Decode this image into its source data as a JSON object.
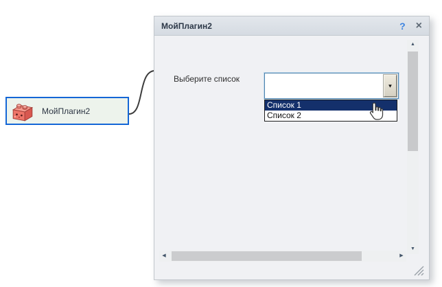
{
  "canvas": {
    "node": {
      "label": "МойПлагин2",
      "icon": "red-brick-plugin-icon"
    }
  },
  "panel": {
    "title": "МойПлагин2",
    "help_label": "?",
    "close_label": "×",
    "form": {
      "label": "Выберите список",
      "combobox_value": "",
      "options": [
        {
          "label": "Список 1",
          "selected": true
        },
        {
          "label": "Список 2",
          "selected": false
        }
      ]
    },
    "scrollbars": {
      "vertical": true,
      "horizontal": true
    }
  },
  "icons": {
    "up_arrow": "▲",
    "down_arrow": "▼",
    "left_arrow": "◀",
    "right_arrow": "▶",
    "combo_arrow": "▼"
  },
  "colors": {
    "node_border": "#1366d6",
    "node_fill": "#edf3ec",
    "selection_highlight": "#14306b",
    "header_bg": "#d9dee5",
    "panel_bg": "#f0f1f4",
    "help_blue": "#3b82e0",
    "connector": "#3c3c3c"
  }
}
